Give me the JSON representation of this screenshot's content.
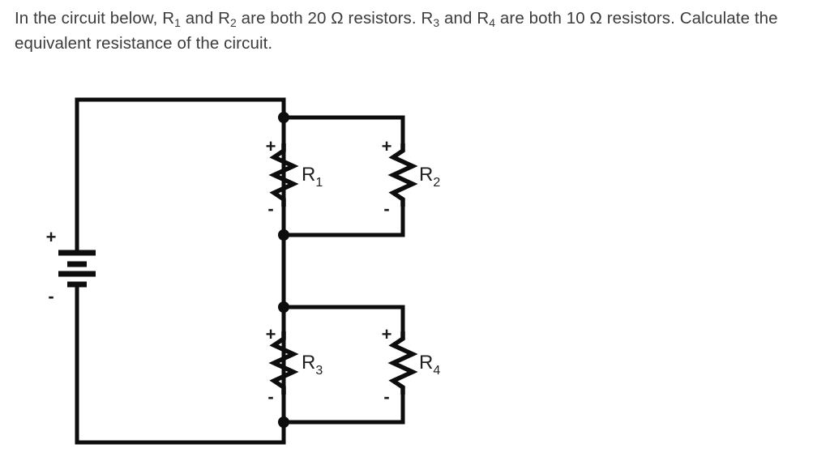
{
  "problem": {
    "line1_part1": "In the circuit below, ",
    "r1": "R",
    "r1_sub": "1",
    "line1_part2": " and ",
    "r2": "R",
    "r2_sub": "2",
    "line1_part3": " are both 20 Ω resistors.  ",
    "r3": "R",
    "r3_sub": "3",
    "line1_part4": " and ",
    "r4": "R",
    "r4_sub": "4",
    "line1_part5": " are both 10 Ω resistors.  Calculate the equivalent resistance of the circuit.",
    "full_text": "In the circuit below, R1 and R2 are both 20 Ω resistors.  R3 and R4 are both 10 Ω resistors.  Calculate the equivalent resistance of the circuit."
  },
  "circuit": {
    "source": {
      "type": "battery",
      "plus_label": "+",
      "minus_label": "-",
      "cells": 2
    },
    "resistors": [
      {
        "id": "R1",
        "letter": "R",
        "subscript": "1",
        "value": "20 Ω",
        "plus_label": "+",
        "minus_label": "-",
        "branch": "top",
        "position": "left"
      },
      {
        "id": "R2",
        "letter": "R",
        "subscript": "2",
        "value": "20 Ω",
        "plus_label": "+",
        "minus_label": "-",
        "branch": "top",
        "position": "right"
      },
      {
        "id": "R3",
        "letter": "R",
        "subscript": "3",
        "value": "10 Ω",
        "plus_label": "+",
        "minus_label": "-",
        "branch": "bottom",
        "position": "left"
      },
      {
        "id": "R4",
        "letter": "R",
        "subscript": "4",
        "value": "10 Ω",
        "plus_label": "+",
        "minus_label": "-",
        "branch": "bottom",
        "position": "right"
      }
    ],
    "colors": {
      "wire": "#0d0d0d",
      "text": "#3c3c3c",
      "background": "#ffffff"
    }
  }
}
